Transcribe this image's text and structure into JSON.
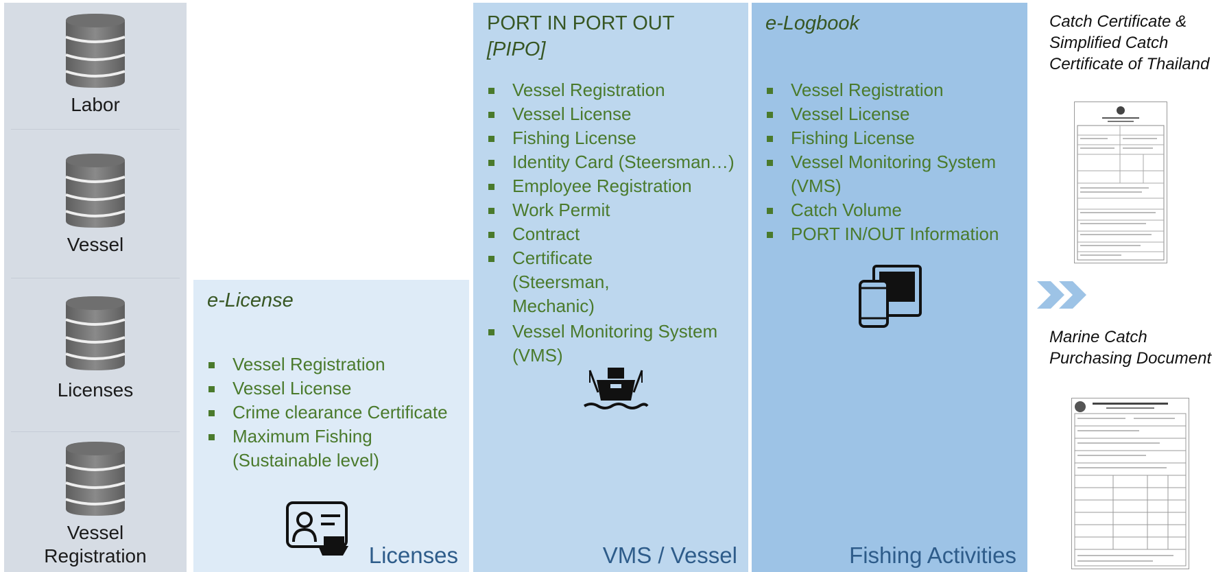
{
  "databases": [
    {
      "label": "Labor",
      "icon": "database-icon"
    },
    {
      "label": "Vessel",
      "icon": "database-icon"
    },
    {
      "label": "Licenses",
      "icon": "database-icon"
    },
    {
      "label": "Vessel Registration",
      "icon": "database-icon"
    }
  ],
  "elicense": {
    "title": "e-License",
    "items": [
      "Vessel Registration",
      "Vessel License",
      "Crime clearance Certificate",
      "Maximum Fishing (Sustainable level)"
    ],
    "category": "Licenses",
    "icon": "id-card-ship-icon"
  },
  "pipo": {
    "title_line1": "PORT IN PORT OUT",
    "title_line2": "[PIPO]",
    "items": [
      "Vessel Registration",
      "Vessel License",
      "Fishing License",
      "Identity Card (Steersman…)",
      "Employee Registration",
      "Work Permit",
      "Contract",
      "Certificate (Steersman, Mechanic)",
      "Vessel Monitoring System (VMS)"
    ],
    "category": "VMS / Vessel",
    "icon": "fishing-boat-icon"
  },
  "elogbook": {
    "title": "e-Logbook",
    "items": [
      "Vessel Registration",
      "Vessel License",
      "Fishing License",
      "Vessel Monitoring System (VMS)",
      "Catch Volume",
      "PORT IN/OUT Information"
    ],
    "category": "Fishing Activities",
    "icon": "tablet-phone-icon"
  },
  "outputs": {
    "catch_certificate_title": "Catch Certificate & Simplified Catch Certificate of Thailand",
    "marine_catch_title": "Marine Catch Purchasing Document",
    "arrow_icon": "double-chevron-right-icon"
  },
  "colors": {
    "db_column": "#d6dce4",
    "elicense_panel": "#deebf7",
    "pipo_panel": "#bdd7ee",
    "elogbook_panel": "#9dc3e6",
    "bullet_text": "#4a7a2c",
    "category_text": "#2e5c8a",
    "arrow": "#9dc3e6"
  }
}
